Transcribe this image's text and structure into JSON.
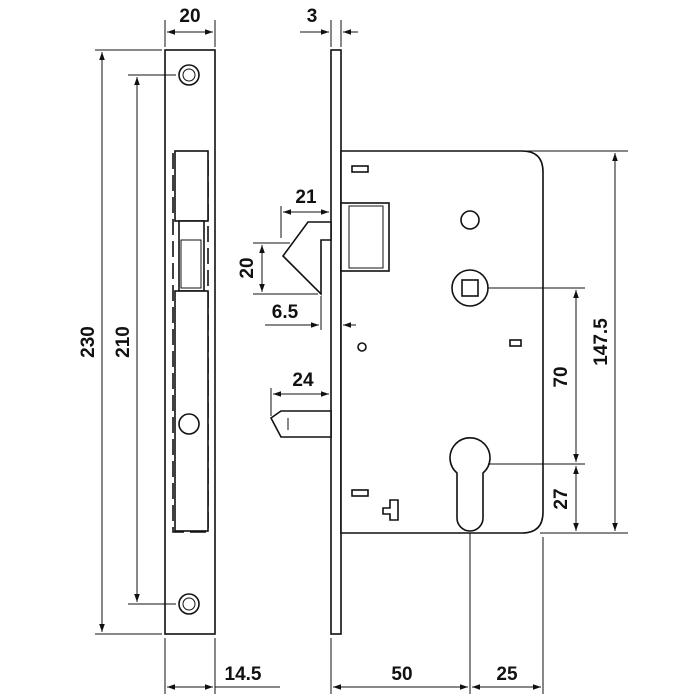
{
  "dimensions": {
    "faceplate_width": "20",
    "faceplate_thickness": "3",
    "overall_height": "230",
    "screw_spacing": "210",
    "latch_depth": "21",
    "latch_height": "20",
    "latch_offset": "6.5",
    "deadbolt_throw": "24",
    "body_height": "147.5",
    "center_distance": "70",
    "cylinder_to_bottom": "27",
    "faceplate_offset": "14.5",
    "backset": "50",
    "cylinder_to_back": "25"
  }
}
